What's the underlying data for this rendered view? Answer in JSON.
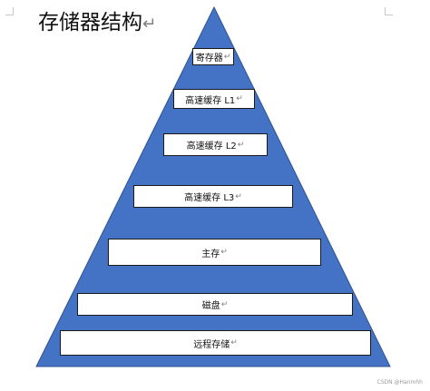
{
  "title": "存储器结构",
  "paragraph_mark": "↵",
  "pyramid_color": "#4472c4",
  "layers": [
    {
      "label": "寄存器"
    },
    {
      "label": "高速缓存 L1"
    },
    {
      "label": "高速缓存 L2"
    },
    {
      "label": "高速缓存 L3"
    },
    {
      "label": "主存"
    },
    {
      "label": "磁盘"
    },
    {
      "label": "远程存储"
    }
  ],
  "watermark": "CSDN @Hanmhh"
}
